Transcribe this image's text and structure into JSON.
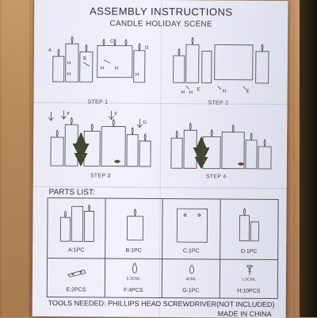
{
  "header": {
    "title": "ASSEMBLY INSTRUCTIONS",
    "subtitle": "CANDLE HOLIDAY SCENE"
  },
  "steps": [
    {
      "label": "STEP 1"
    },
    {
      "label": "STEP 2"
    },
    {
      "label": "STEP 3"
    },
    {
      "label": "STEP 4"
    }
  ],
  "callouts": {
    "A": "A",
    "B": "B",
    "C": "C",
    "D": "D",
    "E": "E",
    "F": "F",
    "G": "G",
    "H": "H"
  },
  "parts": {
    "title": "PARTS LIST:",
    "items": [
      {
        "label": "A:1PC"
      },
      {
        "label": "B:1PC"
      },
      {
        "label": "C:1PC"
      },
      {
        "label": "D:1PC"
      },
      {
        "label": "E:2PCS"
      },
      {
        "label": "F:4PCS",
        "note": "5.3CML"
      },
      {
        "label": "G:1PC",
        "note": "4CML"
      },
      {
        "label": "H:10PCS",
        "note": "1.5CML"
      }
    ]
  },
  "footer": {
    "tools": "TOOLS NEEDED: PHILLIPS HEAD SCREWDRIVER(NOT INCLUDED)",
    "made_in": "MADE IN CHINA"
  }
}
